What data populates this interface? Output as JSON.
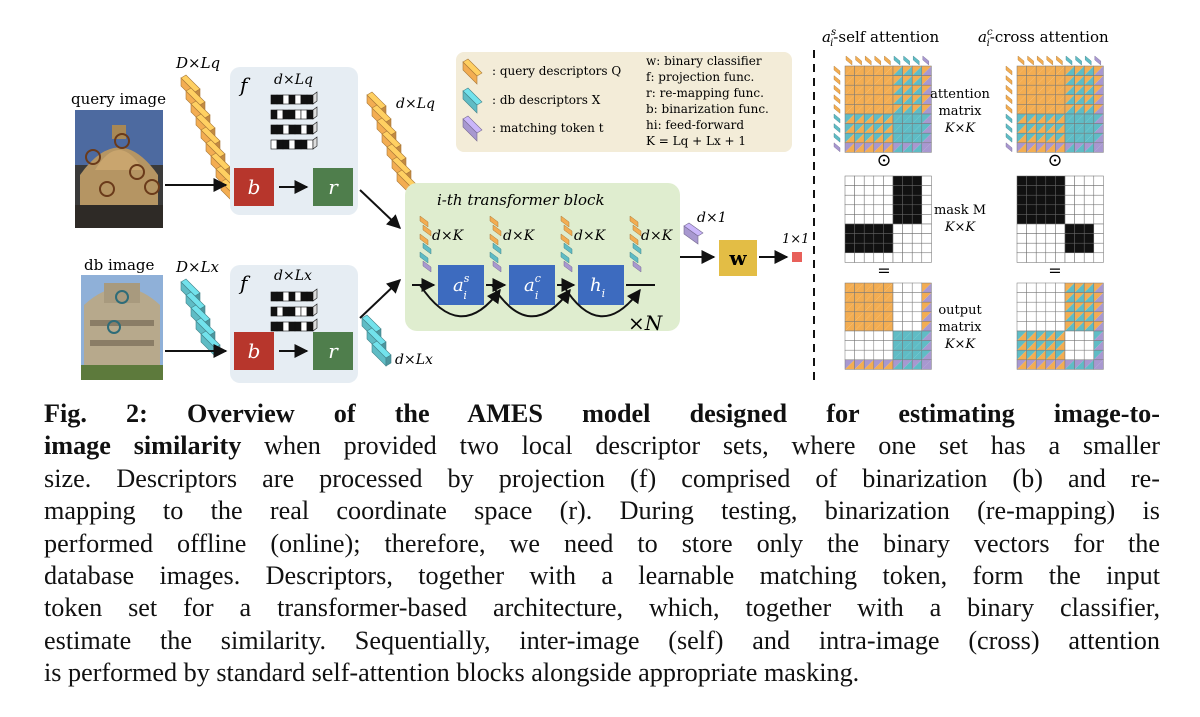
{
  "colors": {
    "query": "#f3ad52",
    "db": "#5fbcc5",
    "token": "#a898d0",
    "proj_box": "#e6edf3",
    "transformer_box": "#dfedcf",
    "legend_box": "#f3ecd8",
    "binarize": "#b7362c",
    "remap": "#4f7e4c",
    "attn": "#3d6bbf",
    "classifier": "#e3bd45",
    "output": "#e8605a"
  },
  "query_side": {
    "image_label": "query image",
    "descriptor_dims": "D×Lq",
    "func_f": "f",
    "binary_dims": "d×Lq",
    "b_label": "b",
    "r_label": "r",
    "output_dims": "d×Lq"
  },
  "db_side": {
    "image_label": "db image",
    "descriptor_dims": "D×Lx",
    "func_f": "f",
    "binary_dims": "d×Lx",
    "b_label": "b",
    "r_label": "r",
    "output_dims": "d×Lx"
  },
  "legend": {
    "left": [
      ": query descriptors Q",
      ": db descriptors X",
      ": matching token t"
    ],
    "right": [
      "w: binary classifier",
      "f: projection func.",
      "r: re-mapping func.",
      "b: binarization func.",
      "hi: feed-forward",
      "K = Lq + Lx + 1"
    ]
  },
  "transformer": {
    "title": "i-th transformer block",
    "dims": [
      "d×K",
      "d×K",
      "d×K",
      "d×K"
    ],
    "blocks": [
      "a^s_i",
      "a^c_i",
      "h_i"
    ],
    "repeat": "×N"
  },
  "classifier": {
    "input_dims": "d×1",
    "label": "w",
    "output_dims": "1×1"
  },
  "attention_panel": {
    "self_title": "a^s_i-self attention",
    "cross_title": "a^c_i-cross attention",
    "attn_label": [
      "attention",
      "matrix",
      "K×K"
    ],
    "mask_label": [
      "mask M",
      "K×K"
    ],
    "output_label": [
      "output",
      "matrix",
      "K×K"
    ],
    "odot": "⊙",
    "equals": "="
  },
  "caption": {
    "lines": [
      {
        "bold": "Fig. 2: Overview of the AMES model designed for estimating image-to-",
        "text": ""
      },
      {
        "bold": "image similarity",
        "text": " when provided two local descriptor sets, where one set has a smaller"
      },
      {
        "bold": "",
        "text": "size. Descriptors are processed by projection (f) comprised of binarization (b) and re-"
      },
      {
        "bold": "",
        "text": "mapping to the real coordinate space (r). During testing, binarization (re-mapping) is"
      },
      {
        "bold": "",
        "text": "performed offline (online); therefore, we need to store only the binary vectors for the"
      },
      {
        "bold": "",
        "text": "database images. Descriptors, together with a learnable matching token, form the input"
      },
      {
        "bold": "",
        "text": "token set for a transformer-based architecture, which, together with a binary classifier,"
      },
      {
        "bold": "",
        "text": "estimate the similarity. Sequentially, inter-image (self) and intra-image (cross) attention"
      },
      {
        "bold": "",
        "text": "is performed by standard self-attention blocks alongside appropriate masking."
      }
    ]
  }
}
